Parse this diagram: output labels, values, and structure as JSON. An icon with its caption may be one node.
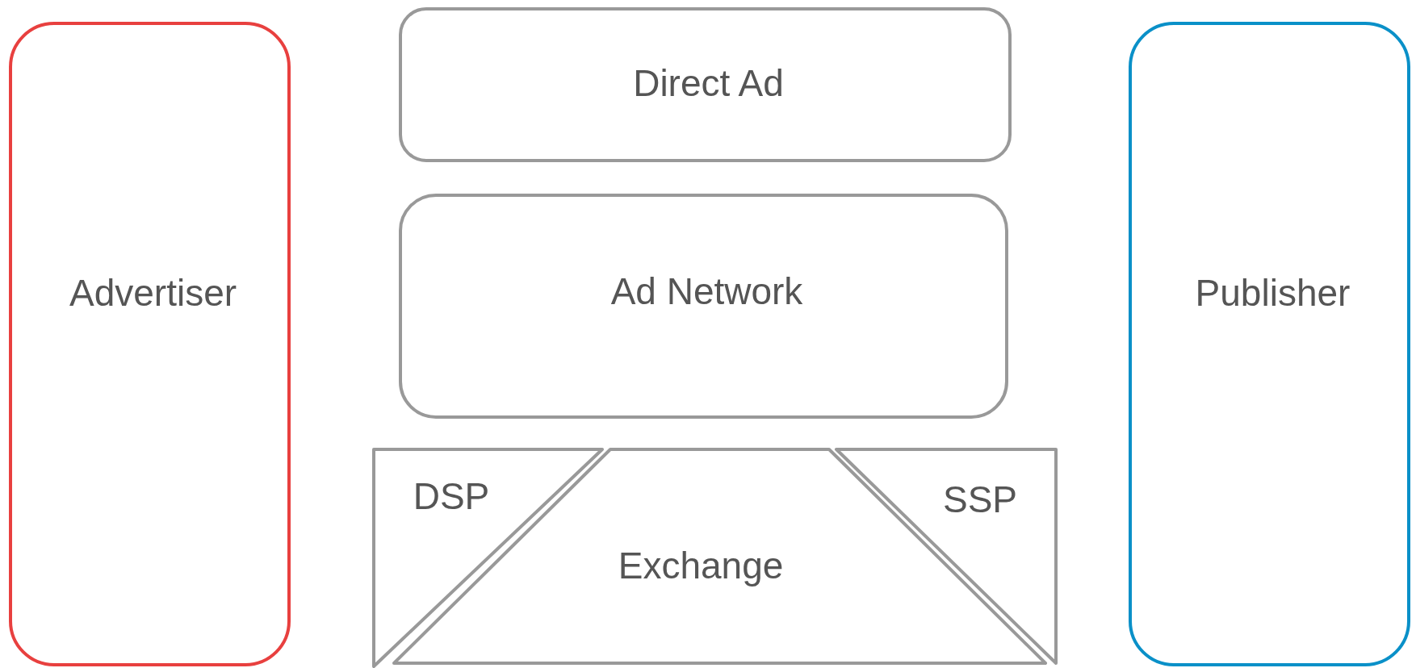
{
  "diagram": {
    "nodes": [
      {
        "text": [
          "Advertiser"
        ]
      },
      {
        "text": [
          "Direct Ad"
        ]
      },
      {
        "text": [
          "Ad Network"
        ]
      },
      {
        "text": [
          "DSP"
        ]
      },
      {
        "text": [
          "Exchange"
        ]
      },
      {
        "text": [
          "SSP"
        ]
      },
      {
        "text": [
          "Publisher"
        ]
      }
    ]
  }
}
